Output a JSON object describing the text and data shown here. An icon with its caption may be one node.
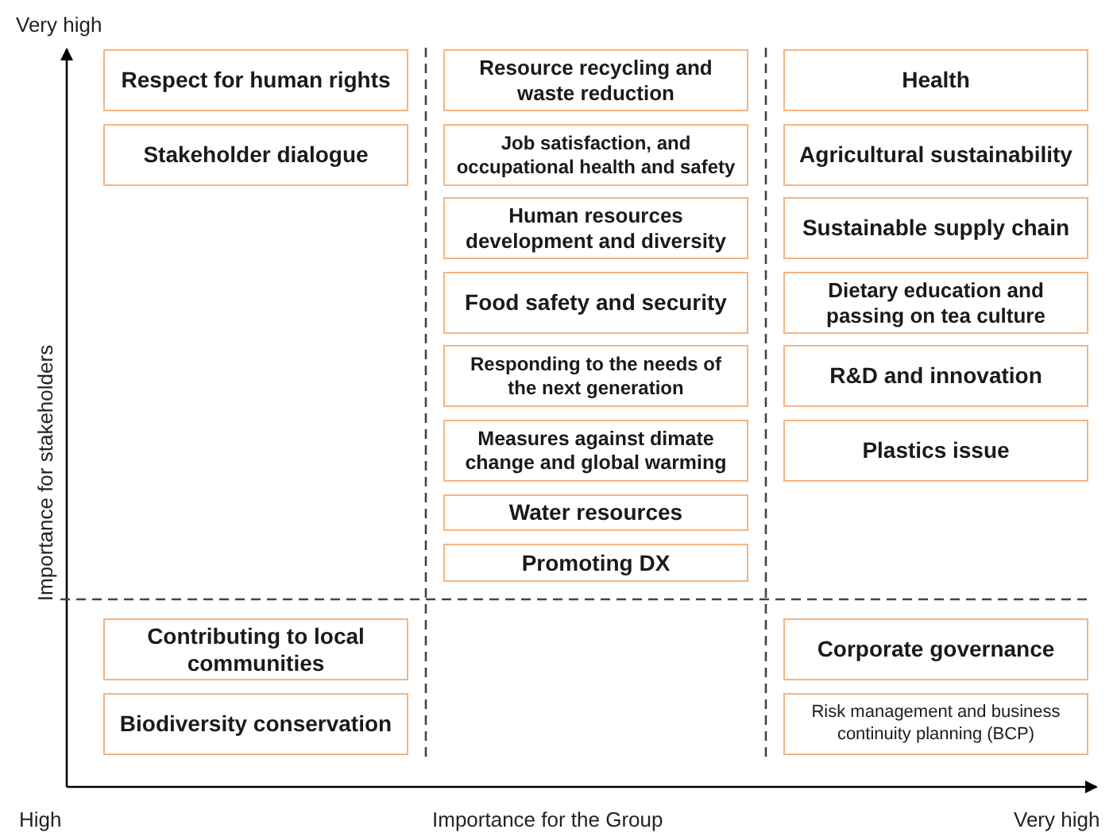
{
  "diagram": {
    "nodes": [
      {
        "text": [
          "Respect for human rights"
        ]
      },
      {
        "text": [
          "Stakeholder dialogue"
        ]
      },
      {
        "text": [
          "Resource recycling and waste reduction"
        ]
      },
      {
        "text": [
          "Job satisfaction, and occupational health and safety"
        ]
      },
      {
        "text": [
          "Human resources development and diversity"
        ]
      },
      {
        "text": [
          "Food safety and security"
        ]
      },
      {
        "text": [
          "Responding to the needs of the next generation"
        ]
      },
      {
        "text": [
          "Measures against dimate change and global warming"
        ]
      },
      {
        "text": [
          "Water resources"
        ]
      },
      {
        "text": [
          "Promoting DX"
        ]
      },
      {
        "text": [
          "Health"
        ]
      },
      {
        "text": [
          "Agricultural sustainability"
        ]
      },
      {
        "text": [
          "Sustainable supply chain"
        ]
      },
      {
        "text": [
          "Dietary education and passing on tea culture"
        ]
      },
      {
        "text": [
          "R&D and innovation"
        ]
      },
      {
        "text": [
          "Plastics issue"
        ]
      },
      {
        "text": [
          "Contributing to local communities"
        ]
      },
      {
        "text": [
          "Biodiversity conservation"
        ]
      },
      {
        "text": [
          "Corporate governance"
        ]
      },
      {
        "text": [
          "Risk management and business continuity planning (BCP)"
        ]
      }
    ],
    "labels": [
      "Very high",
      "Importance for stakeholders",
      "High",
      "Importance for the Group",
      "Very high"
    ]
  }
}
